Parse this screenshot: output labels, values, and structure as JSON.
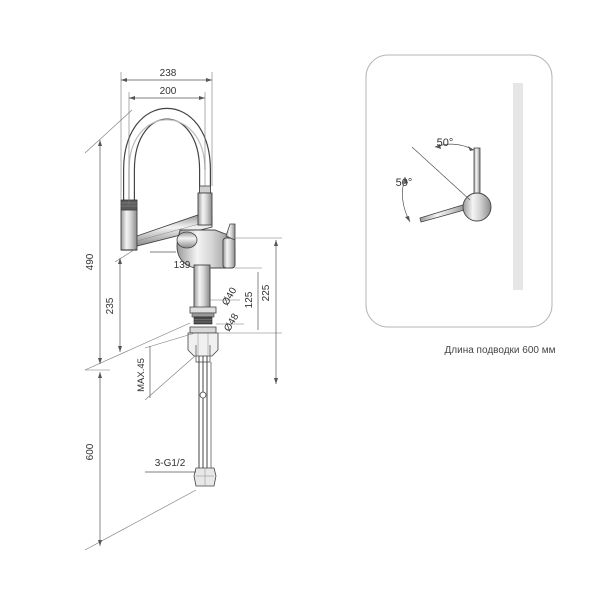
{
  "dimensions": {
    "width_outer": "238",
    "width_inner": "200",
    "total_height": "490",
    "spout_reach": "139",
    "base_height": "235",
    "body_diameter": "Ø40",
    "base_diameter": "Ø48",
    "height_125": "125",
    "height_225": "225",
    "max_thickness": "MAX.45",
    "hose_length": "600",
    "connection": "3-G1/2"
  },
  "rotation_view": {
    "angle_upper": "50°",
    "angle_left": "50°"
  },
  "caption": "Длина подводки 600 мм",
  "colors": {
    "line": "#444444",
    "dim_line": "#555555",
    "chrome_light": "#f2f2f2",
    "chrome_dark": "#8a8a8a",
    "frame_border": "#b5b5b5",
    "scrollbar": "#e6e6e6"
  }
}
